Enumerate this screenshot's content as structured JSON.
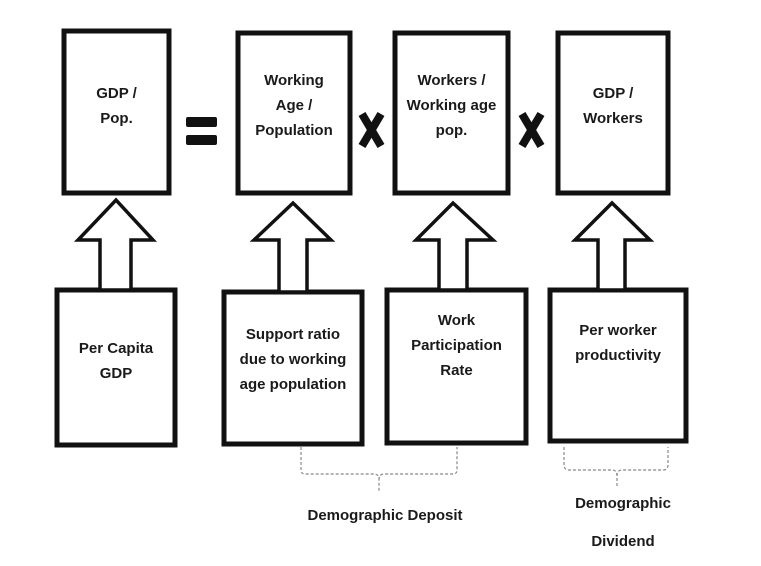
{
  "top_boxes": [
    {
      "text": "GDP /\nPop."
    },
    {
      "text": "Working\nAge /\nPopulation"
    },
    {
      "text": "Workers /\nWorking age\npop."
    },
    {
      "text": "GDP /\nWorkers"
    }
  ],
  "bottom_boxes": [
    {
      "text": "Per Capita\nGDP"
    },
    {
      "text": "Support ratio\ndue to working\nage population"
    },
    {
      "text": "Work\nParticipation\nRate"
    },
    {
      "text": "Per worker\nproductivity"
    }
  ],
  "brace_labels": {
    "deposit": "Demographic Deposit",
    "dividend_line1": "Demographic",
    "dividend_line2": "Dividend"
  },
  "operators": [
    "equals",
    "times",
    "times"
  ],
  "colors": {
    "stroke": "#111111",
    "brace": "#888888"
  }
}
